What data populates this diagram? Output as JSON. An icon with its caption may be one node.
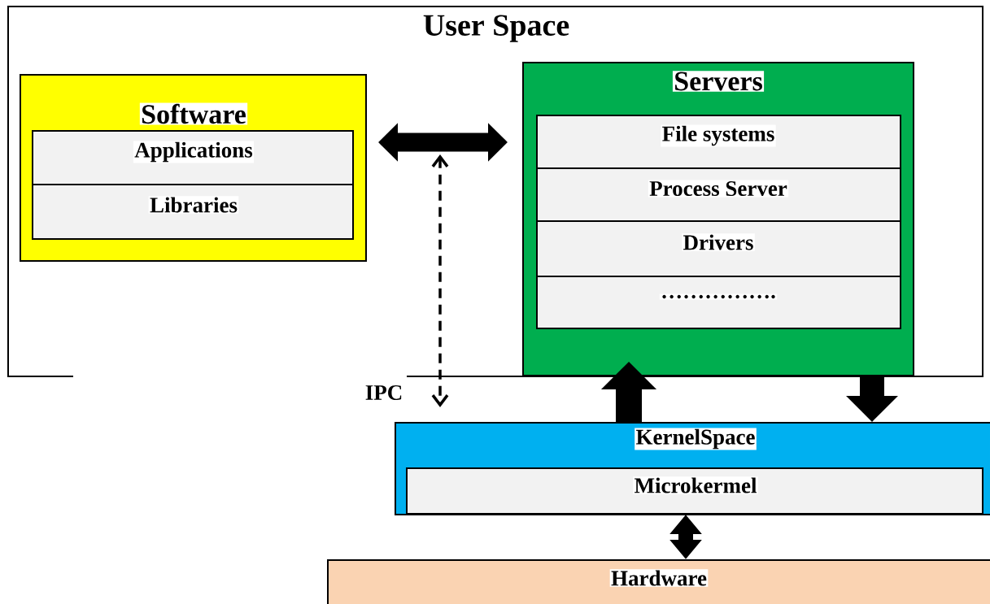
{
  "diagram": {
    "nodes": [
      {
        "text": [
          "User Space"
        ]
      },
      {
        "text": [
          "Software"
        ],
        "in": 0
      },
      {
        "text": [
          "Applications"
        ],
        "in": 1
      },
      {
        "text": [
          "Libraries"
        ],
        "in": 1
      },
      {
        "text": [
          "Servers"
        ],
        "in": 0
      },
      {
        "text": [
          "File systems"
        ],
        "in": 4
      },
      {
        "text": [
          "Process Server"
        ],
        "in": 4
      },
      {
        "text": [
          "Drivers"
        ],
        "in": 4
      },
      {
        "text": [
          "……………."
        ],
        "in": 4
      },
      {
        "text": [
          "KernelSpace"
        ]
      },
      {
        "text": [
          "Microkermel"
        ],
        "in": 9
      },
      {
        "text": [
          "Hardware"
        ]
      }
    ],
    "edges": [
      {
        "from": 1,
        "to": 4,
        "arrow": "both"
      },
      {
        "from": null,
        "to": 9,
        "arrow": "both",
        "style": "dashed",
        "label": "IPC"
      },
      {
        "from": 9,
        "to": 4,
        "arrow": "to"
      },
      {
        "from": 4,
        "to": 9,
        "arrow": "to"
      },
      {
        "from": 10,
        "to": 11,
        "arrow": "both"
      }
    ]
  }
}
